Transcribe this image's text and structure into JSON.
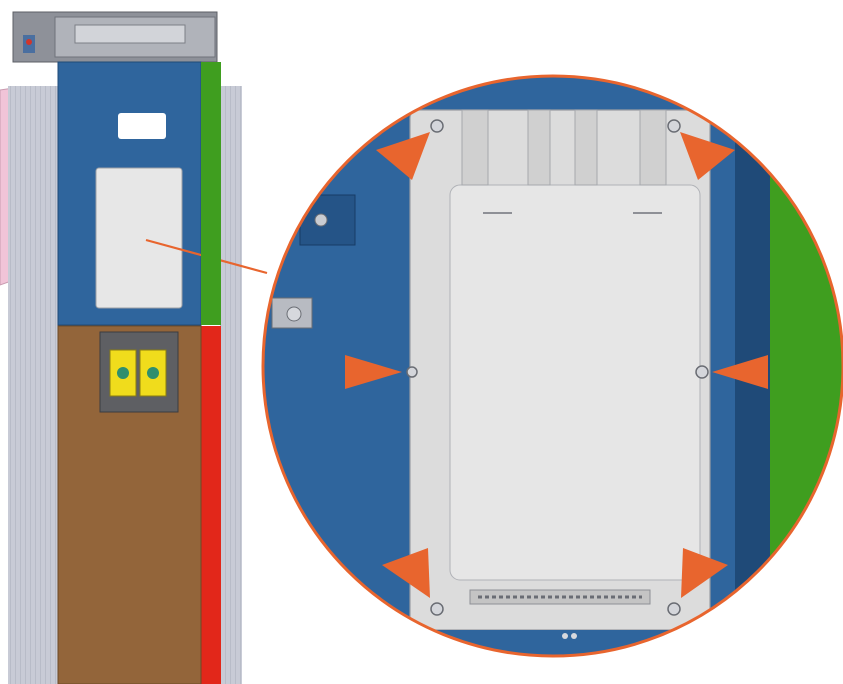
{
  "figure": {
    "kind": "technical-illustration",
    "subject": "cabinet-detail-zoom",
    "callout_count": 6,
    "colors": {
      "background": "#ffffff",
      "cabinet_blue": "#2f659d",
      "cabinet_blue_dark": "#1f4a78",
      "brown_panel": "#93653a",
      "green_strip": "#3f9e1f",
      "red_strip": "#e2271a",
      "side_panel": "#c9ccd7",
      "pink_panel": "#f1c4d8",
      "cover_plate": "#e6e6e6",
      "connector_yellow": "#f0dc1c",
      "connector_green": "#2e8f6e",
      "accent_orange": "#e8652e"
    },
    "icons": [
      "arrow-right-icon",
      "arrow-left-icon",
      "arrow-down-right-icon",
      "arrow-down-left-icon",
      "arrow-up-right-icon",
      "arrow-up-left-icon"
    ]
  }
}
